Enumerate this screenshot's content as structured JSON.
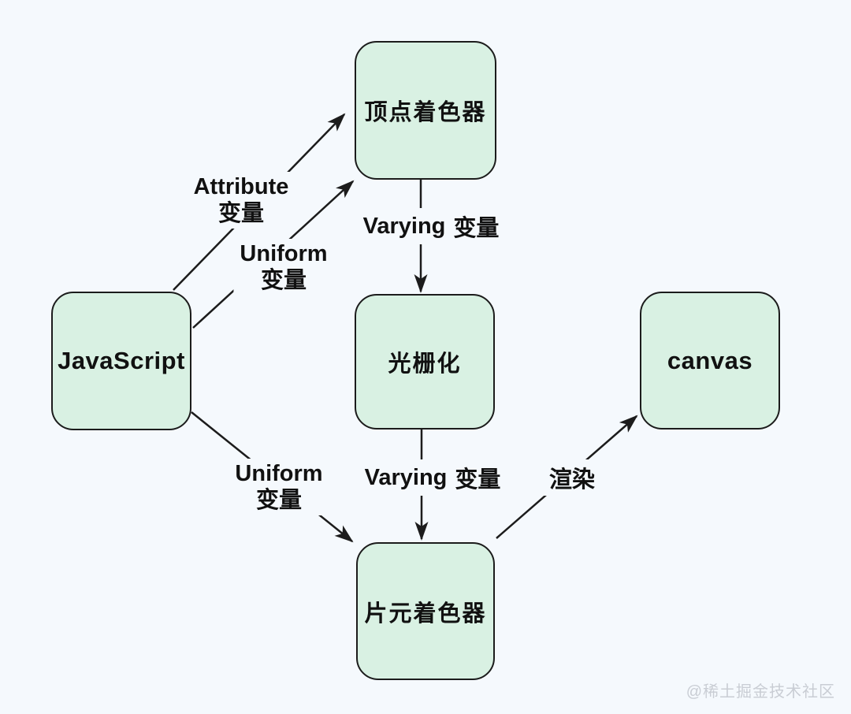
{
  "page": {
    "watermark": "@稀土掘金技术社区"
  },
  "colors": {
    "background": "#f5f9fd",
    "node_fill": "#d9f1e3",
    "node_border": "#1c1c1c",
    "arrow": "#1c1c1c",
    "text": "#111111",
    "watermark": "#c9cdd4"
  },
  "nodes": {
    "javascript": {
      "label": "JavaScript"
    },
    "vertex_shader": {
      "label": "顶点着色器"
    },
    "rasterization": {
      "label": "光栅化"
    },
    "fragment_shader": {
      "label": "片元着色器"
    },
    "canvas": {
      "label": "canvas"
    }
  },
  "edge_labels": {
    "attribute": {
      "en": "Attribute",
      "zh": "变量"
    },
    "uniform_top": {
      "en": "Uniform",
      "zh": "变量"
    },
    "varying_top": {
      "en": "Varying",
      "zh": "变量"
    },
    "uniform_bottom": {
      "en": "Uniform",
      "zh": "变量"
    },
    "varying_bottom": {
      "en": "Varying",
      "zh": "变量"
    },
    "render": {
      "zh": "渲染"
    }
  }
}
